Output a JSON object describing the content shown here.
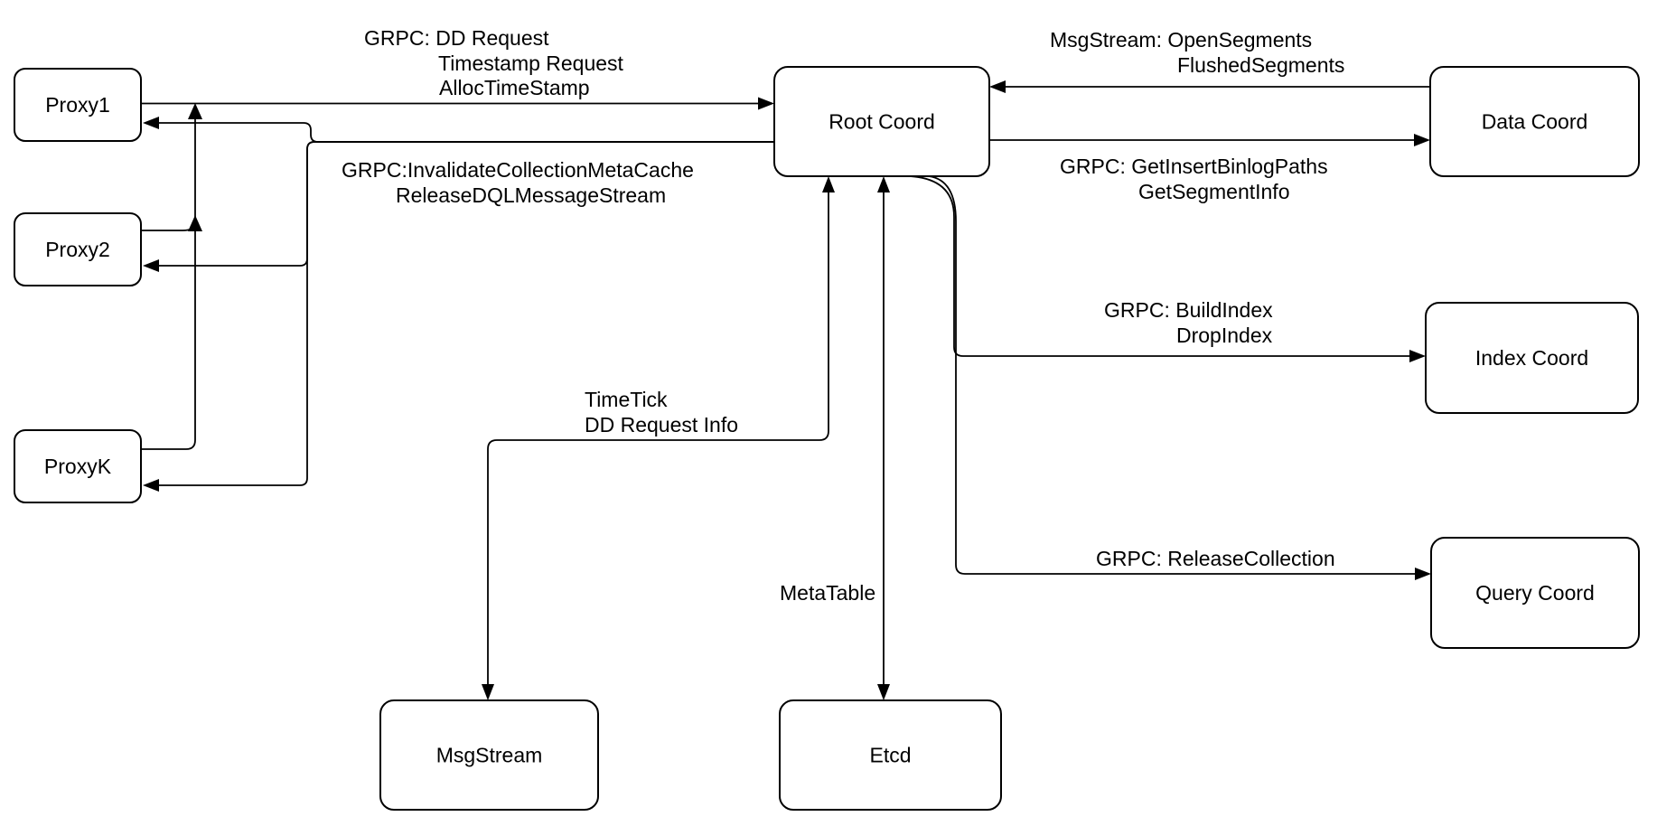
{
  "diagram": {
    "description": "Root Coord architecture diagram",
    "colors": {
      "background": "#ffffff",
      "stroke": "#000000",
      "node_fill": "#ffffff",
      "text": "#000000"
    },
    "nodes": [
      {
        "id": "proxy1",
        "label": "Proxy1"
      },
      {
        "id": "proxy2",
        "label": "Proxy2"
      },
      {
        "id": "proxyk",
        "label": "ProxyK"
      },
      {
        "id": "root",
        "label": "Root Coord"
      },
      {
        "id": "data",
        "label": "Data Coord"
      },
      {
        "id": "index",
        "label": "Index Coord"
      },
      {
        "id": "query",
        "label": "Query Coord"
      },
      {
        "id": "msgstream",
        "label": "MsgStream"
      },
      {
        "id": "etcd",
        "label": "Etcd"
      }
    ],
    "edges": [
      {
        "id": "proxy1-root",
        "from": "Proxy1",
        "to": "Root Coord",
        "arrows": "forward",
        "labels": [
          "GRPC: DD Request",
          "Timestamp Request",
          "AllocTimeStamp"
        ]
      },
      {
        "id": "proxy2-join",
        "from": "Proxy2",
        "to": "Root Coord",
        "arrows": "forward",
        "labels": []
      },
      {
        "id": "proxyk-join",
        "from": "ProxyK",
        "to": "Root Coord",
        "arrows": "forward",
        "labels": []
      },
      {
        "id": "root-proxy1",
        "from": "Root Coord",
        "to": "Proxy1",
        "arrows": "forward",
        "labels": [
          "GRPC:InvalidateCollectionMetaCache",
          "ReleaseDQLMessageStream"
        ]
      },
      {
        "id": "root-proxy2",
        "from": "Root Coord",
        "to": "Proxy2",
        "arrows": "forward",
        "labels": []
      },
      {
        "id": "root-proxyk",
        "from": "Root Coord",
        "to": "ProxyK",
        "arrows": "forward",
        "labels": []
      },
      {
        "id": "data-root",
        "from": "Data Coord",
        "to": "Root Coord",
        "arrows": "forward",
        "labels": [
          "MsgStream: OpenSegments",
          "FlushedSegments"
        ]
      },
      {
        "id": "root-data",
        "from": "Root Coord",
        "to": "Data Coord",
        "arrows": "forward",
        "labels": [
          "GRPC: GetInsertBinlogPaths",
          "GetSegmentInfo"
        ]
      },
      {
        "id": "root-index",
        "from": "Root Coord",
        "to": "Index Coord",
        "arrows": "forward",
        "labels": [
          "GRPC: BuildIndex",
          "DropIndex"
        ]
      },
      {
        "id": "root-query",
        "from": "Root Coord",
        "to": "Query Coord",
        "arrows": "forward",
        "labels": [
          "GRPC: ReleaseCollection"
        ]
      },
      {
        "id": "root-msgstream",
        "from": "Root Coord",
        "to": "MsgStream",
        "arrows": "both",
        "labels": [
          "TimeTick",
          "DD Request Info"
        ]
      },
      {
        "id": "root-etcd",
        "from": "Root Coord",
        "to": "Etcd",
        "arrows": "both",
        "labels": [
          "MetaTable"
        ]
      }
    ]
  }
}
